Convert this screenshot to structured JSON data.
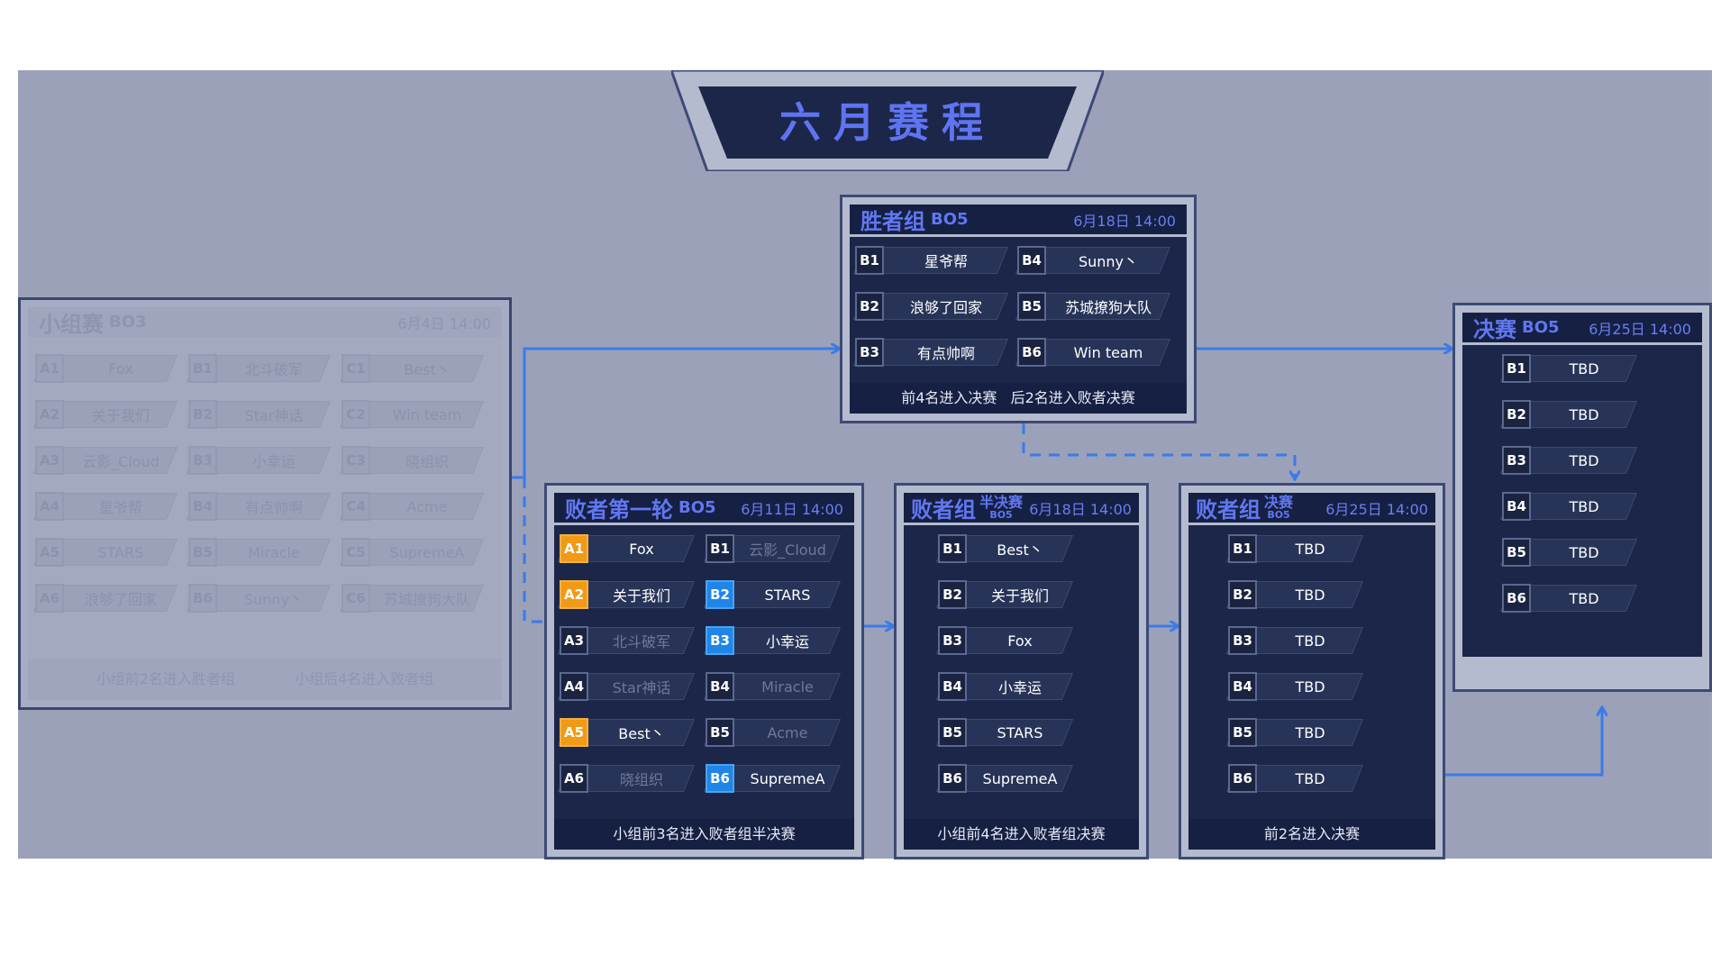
{
  "header": {
    "title": "六月赛程"
  },
  "colors": {
    "board_bg": "#9aa1b9",
    "panel_dark": "#1c2648",
    "accent_blue": "#5e74f2",
    "connector": "#3a7be8",
    "seed_orange": "#f19a16",
    "seed_blue": "#1f86e8"
  },
  "group_stage": {
    "title": "小组赛",
    "format": "BO3",
    "date": "6月4日 14:00",
    "footer_left": "小组前2名进入胜者组",
    "footer_right": "小组后4名进入败者组",
    "slots": [
      {
        "seed": "A1",
        "team": "Fox"
      },
      {
        "seed": "B1",
        "team": "北斗破军"
      },
      {
        "seed": "C1",
        "team": "Best丶"
      },
      {
        "seed": "A2",
        "team": "关于我们"
      },
      {
        "seed": "B2",
        "team": "Star神话"
      },
      {
        "seed": "C2",
        "team": "Win team"
      },
      {
        "seed": "A3",
        "team": "云影_Cloud"
      },
      {
        "seed": "B3",
        "team": "小幸运"
      },
      {
        "seed": "C3",
        "team": "晓组织"
      },
      {
        "seed": "A4",
        "team": "星爷帮"
      },
      {
        "seed": "B4",
        "team": "有点帅啊"
      },
      {
        "seed": "C4",
        "team": "Acme"
      },
      {
        "seed": "A5",
        "team": "STARS"
      },
      {
        "seed": "B5",
        "team": "Miracle"
      },
      {
        "seed": "C5",
        "team": "SupremeA"
      },
      {
        "seed": "A6",
        "team": "浪够了回家"
      },
      {
        "seed": "B6",
        "team": "Sunny丶"
      },
      {
        "seed": "C6",
        "team": "苏城撩狗大队"
      }
    ]
  },
  "winners_group": {
    "title": "胜者组",
    "format": "BO5",
    "date": "6月18日 14:00",
    "footer": "前4名进入决赛   后2名进入败者决赛",
    "slots": [
      {
        "seed": "B1",
        "team": "星爷帮"
      },
      {
        "seed": "B4",
        "team": "Sunny丶"
      },
      {
        "seed": "B2",
        "team": "浪够了回家"
      },
      {
        "seed": "B5",
        "team": "苏城撩狗大队"
      },
      {
        "seed": "B3",
        "team": "有点帅啊"
      },
      {
        "seed": "B6",
        "team": "Win team"
      }
    ]
  },
  "losers_round1": {
    "title": "败者第一轮",
    "format": "BO5",
    "date": "6月11日 14:00",
    "footer": "小组前3名进入败者组半决赛",
    "slots": [
      {
        "seed": "A1",
        "team": "Fox",
        "state": "orange"
      },
      {
        "seed": "B1",
        "team": "云影_Cloud",
        "state": "dim"
      },
      {
        "seed": "A2",
        "team": "关于我们",
        "state": "orange"
      },
      {
        "seed": "B2",
        "team": "STARS",
        "state": "blue"
      },
      {
        "seed": "A3",
        "team": "北斗破军",
        "state": "dim"
      },
      {
        "seed": "B3",
        "team": "小幸运",
        "state": "blue"
      },
      {
        "seed": "A4",
        "team": "Star神话",
        "state": "dim"
      },
      {
        "seed": "B4",
        "team": "Miracle",
        "state": "dim"
      },
      {
        "seed": "A5",
        "team": "Best丶",
        "state": "orange"
      },
      {
        "seed": "B5",
        "team": "Acme",
        "state": "dim"
      },
      {
        "seed": "A6",
        "team": "晓组织",
        "state": "dim"
      },
      {
        "seed": "B6",
        "team": "SupremeA",
        "state": "blue"
      }
    ]
  },
  "losers_semi": {
    "title": "败者组",
    "title_top": "半决赛",
    "title_bottom": "BO5",
    "date": "6月18日 14:00",
    "footer": "小组前4名进入败者组决赛",
    "slots": [
      {
        "seed": "B1",
        "team": "Best丶"
      },
      {
        "seed": "B2",
        "team": "关于我们"
      },
      {
        "seed": "B3",
        "team": "Fox"
      },
      {
        "seed": "B4",
        "team": "小幸运"
      },
      {
        "seed": "B5",
        "team": "STARS"
      },
      {
        "seed": "B6",
        "team": "SupremeA"
      }
    ]
  },
  "losers_final": {
    "title": "败者组",
    "title_top": "决赛",
    "title_bottom": "BO5",
    "date": "6月25日 14:00",
    "footer": "前2名进入决赛",
    "slots": [
      {
        "seed": "B1",
        "team": "TBD"
      },
      {
        "seed": "B2",
        "team": "TBD"
      },
      {
        "seed": "B3",
        "team": "TBD"
      },
      {
        "seed": "B4",
        "team": "TBD"
      },
      {
        "seed": "B5",
        "team": "TBD"
      },
      {
        "seed": "B6",
        "team": "TBD"
      }
    ]
  },
  "grand_final": {
    "title": "决赛",
    "format": "BO5",
    "date": "6月25日 14:00",
    "slots": [
      {
        "seed": "B1",
        "team": "TBD"
      },
      {
        "seed": "B2",
        "team": "TBD"
      },
      {
        "seed": "B3",
        "team": "TBD"
      },
      {
        "seed": "B4",
        "team": "TBD"
      },
      {
        "seed": "B5",
        "team": "TBD"
      },
      {
        "seed": "B6",
        "team": "TBD"
      }
    ]
  }
}
